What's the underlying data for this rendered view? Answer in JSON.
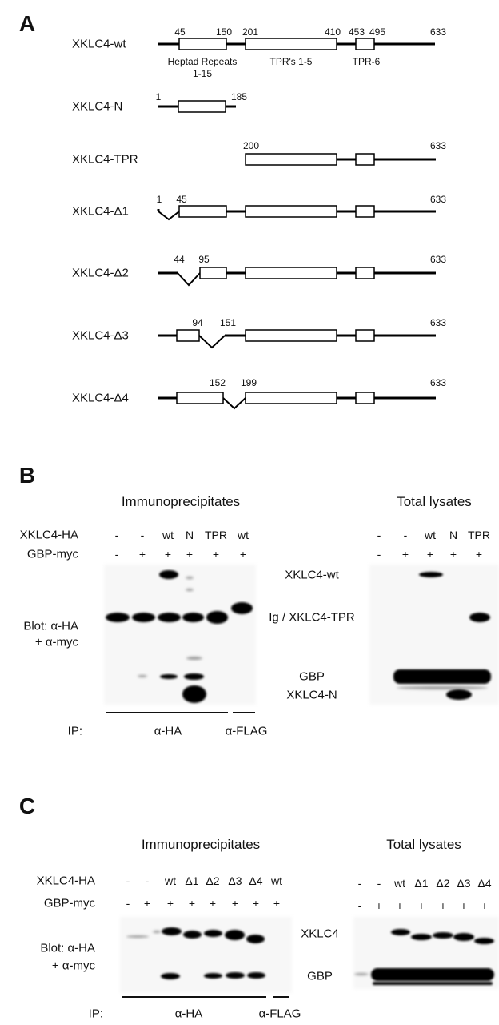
{
  "panel_a": {
    "letter": "A",
    "domains": {
      "heptad": "Heptad Repeats",
      "heptad_range": "1-15",
      "tpr": "TPR's 1-5",
      "tpr6": "TPR-6"
    },
    "constructs": [
      {
        "name": "XKLC4-wt",
        "numbers": [
          "45",
          "150",
          "201",
          "410",
          "453",
          "495",
          "633"
        ]
      },
      {
        "name": "XKLC4-N",
        "numbers": [
          "1",
          "185"
        ]
      },
      {
        "name": "XKLC4-TPR",
        "numbers": [
          "200",
          "633"
        ]
      },
      {
        "name": "XKLC4-Δ1",
        "numbers": [
          "1",
          "45",
          "633"
        ]
      },
      {
        "name": "XKLC4-Δ2",
        "numbers": [
          "44",
          "95",
          "633"
        ]
      },
      {
        "name": "XKLC4-Δ3",
        "numbers": [
          "94",
          "151",
          "633"
        ]
      },
      {
        "name": "XKLC4-Δ4",
        "numbers": [
          "152",
          "199",
          "633"
        ]
      }
    ]
  },
  "panel_b": {
    "letter": "B",
    "ip_title": "Immunoprecipitates",
    "total_title": "Total lysates",
    "row1_label": "XKLC4-HA",
    "row2_label": "GBP-myc",
    "ip_row1": [
      "-",
      "-",
      "wt",
      "N",
      "TPR",
      "wt"
    ],
    "ip_row2": [
      "-",
      "+",
      "+",
      "+",
      "+",
      "+"
    ],
    "total_row1": [
      "-",
      "-",
      "wt",
      "N",
      "TPR"
    ],
    "total_row2": [
      "-",
      "+",
      "+",
      "+",
      "+"
    ],
    "blot_line1": "Blot: α-HA",
    "blot_line2": "+ α-myc",
    "bands": [
      "XKLC4-wt",
      "Ig / XKLC4-TPR",
      "GBP",
      "XKLC4-N"
    ],
    "ip_label": "IP:",
    "ip_ha": "α-HA",
    "ip_flag": "α-FLAG"
  },
  "panel_c": {
    "letter": "C",
    "ip_title": "Immunoprecipitates",
    "total_title": "Total lysates",
    "row1_label": "XKLC4-HA",
    "row2_label": "GBP-myc",
    "ip_row1": [
      "-",
      "-",
      "wt",
      "Δ1",
      "Δ2",
      "Δ3",
      "Δ4",
      "wt"
    ],
    "ip_row2": [
      "-",
      "+",
      "+",
      "+",
      "+",
      "+",
      "+",
      "+"
    ],
    "total_row1": [
      "-",
      "-",
      "wt",
      "Δ1",
      "Δ2",
      "Δ3",
      "Δ4"
    ],
    "total_row2": [
      "-",
      "+",
      "+",
      "+",
      "+",
      "+",
      "+"
    ],
    "blot_line1": "Blot: α-HA",
    "blot_line2": "+ α-myc",
    "bands": [
      "XKLC4",
      "GBP"
    ],
    "ip_label": "IP:",
    "ip_ha": "α-HA",
    "ip_flag": "α-FLAG"
  }
}
